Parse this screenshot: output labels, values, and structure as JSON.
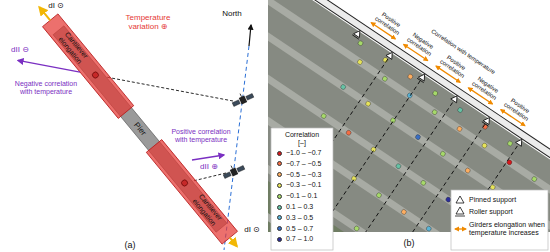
{
  "diagram": {
    "labels": [
      "dI ⊙",
      "Cantilever elongation",
      "Temperature variation ⊕",
      "North",
      "dII ⊖",
      "Negative correlation with temperature",
      "Pier",
      "Positive correlation with temperature",
      "dII ⊕",
      "Cantilever elongation",
      "dI ⊙",
      "(a)",
      "Positive correlation",
      "Negative correlation",
      "Correlation with temperature",
      "Positive correlation",
      "Negative correlation",
      "Positive correlation",
      "Correlation [–]",
      "(b)"
    ],
    "legend": [
      {
        "text": "−1.0 – −0.7",
        "color": "#d7191c"
      },
      {
        "text": "−0.7 – −0.5",
        "color": "#f46d43"
      },
      {
        "text": "−0.5 – −0.3",
        "color": "#fdae61"
      },
      {
        "text": "−0.3 – −0.1",
        "color": "#e6e35a"
      },
      {
        "text": "−0.1 – 0.1",
        "color": "#a6d96a"
      },
      {
        "text": "0.1 – 0.3",
        "color": "#66c2a5"
      },
      {
        "text": "0.3 – 0.5",
        "color": "#5ab4d6"
      },
      {
        "text": "0.5 – 0.7",
        "color": "#3a6fc4"
      },
      {
        "text": "0.7 – 1.0",
        "color": "#2b2d9b"
      },
      {
        "text": "Pinned support"
      },
      {
        "text": "Roller support"
      },
      {
        "text": "Girders elongation when temperature increases"
      }
    ]
  }
}
